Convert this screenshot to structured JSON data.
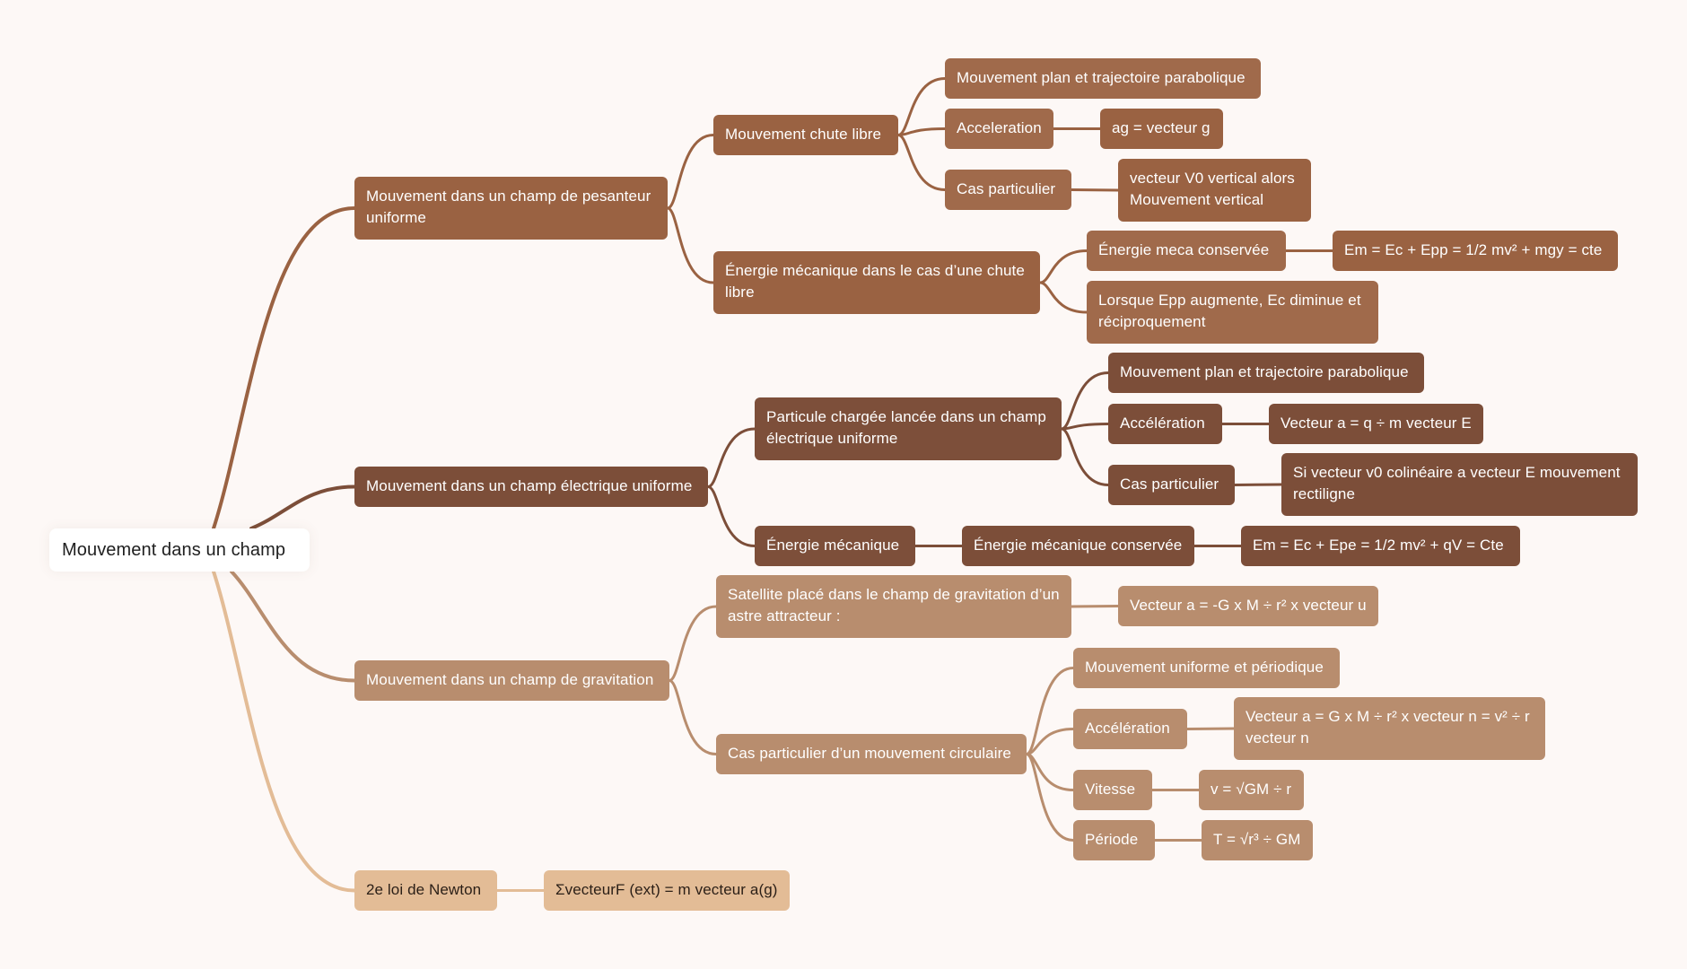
{
  "title": "Mouvement dans un champ",
  "colors": {
    "background": "#fdf8f6",
    "branch_pesanteur": "#9a6242",
    "branch_electrique": "#7c4e39",
    "branch_gravitation": "#b88d6e",
    "branch_newton": "#e3bc96"
  },
  "nodes": [
    {
      "id": "root",
      "label": "Mouvement dans un champ",
      "branch": 0
    },
    {
      "id": "p",
      "parent": "root",
      "label": "Mouvement dans un champ de pesanteur uniforme",
      "branch": 1
    },
    {
      "id": "p1",
      "parent": "p",
      "label": "Mouvement chute libre",
      "branch": 1
    },
    {
      "id": "p1a",
      "parent": "p1",
      "label": "Mouvement plan et trajectoire parabolique",
      "branch": 1
    },
    {
      "id": "p1b",
      "parent": "p1",
      "label": "Acceleration",
      "branch": 1
    },
    {
      "id": "p1b1",
      "parent": "p1b",
      "label": "ag = vecteur g",
      "branch": 1
    },
    {
      "id": "p1c",
      "parent": "p1",
      "label": "Cas particulier",
      "branch": 1
    },
    {
      "id": "p1c1",
      "parent": "p1c",
      "label": "vecteur V0 vertical alors\nMouvement vertical",
      "branch": 1
    },
    {
      "id": "p2",
      "parent": "p",
      "label": "Énergie mécanique dans le cas d’une chute\nlibre",
      "branch": 1
    },
    {
      "id": "p2a",
      "parent": "p2",
      "label": "Énergie meca conservée",
      "branch": 1
    },
    {
      "id": "p2a1",
      "parent": "p2a",
      "label": "Em = Ec + Epp = 1/2 mv² + mgy = cte",
      "branch": 1
    },
    {
      "id": "p2b",
      "parent": "p2",
      "label": "Lorsque Epp augmente, Ec diminue et\nréciproquement",
      "branch": 1
    },
    {
      "id": "e",
      "parent": "root",
      "label": "Mouvement dans un champ électrique uniforme",
      "branch": 2
    },
    {
      "id": "e1",
      "parent": "e",
      "label": "Particule chargée lancée dans un champ\nélectrique uniforme",
      "branch": 2
    },
    {
      "id": "e1a",
      "parent": "e1",
      "label": "Mouvement plan et trajectoire parabolique",
      "branch": 2
    },
    {
      "id": "e1b",
      "parent": "e1",
      "label": "Accélération",
      "branch": 2
    },
    {
      "id": "e1b1",
      "parent": "e1b",
      "label": "Vecteur a = q ÷ m vecteur E",
      "branch": 2
    },
    {
      "id": "e1c",
      "parent": "e1",
      "label": "Cas particulier",
      "branch": 2
    },
    {
      "id": "e1c1",
      "parent": "e1c",
      "label": "Si vecteur v0 colinéaire a vecteur E mouvement\nrectiligne",
      "branch": 2
    },
    {
      "id": "e2",
      "parent": "e",
      "label": "Énergie mécanique",
      "branch": 2
    },
    {
      "id": "e2a",
      "parent": "e2",
      "label": "Énergie mécanique conservée",
      "branch": 2
    },
    {
      "id": "e2a1",
      "parent": "e2a",
      "label": "Em = Ec + Epe = 1/2 mv² + qV = Cte",
      "branch": 2
    },
    {
      "id": "g",
      "parent": "root",
      "label": "Mouvement dans un champ de gravitation",
      "branch": 3
    },
    {
      "id": "g1",
      "parent": "g",
      "label": "Satellite placé dans le champ de gravitation d’un\nastre attracteur :",
      "branch": 3
    },
    {
      "id": "g1a",
      "parent": "g1",
      "label": "Vecteur a = -G x M ÷ r² x vecteur u",
      "branch": 3
    },
    {
      "id": "g2",
      "parent": "g",
      "label": "Cas particulier d’un mouvement circulaire",
      "branch": 3
    },
    {
      "id": "g2a",
      "parent": "g2",
      "label": "Mouvement uniforme et périodique",
      "branch": 3
    },
    {
      "id": "g2b",
      "parent": "g2",
      "label": "Accélération",
      "branch": 3
    },
    {
      "id": "g2b1",
      "parent": "g2b",
      "label": "Vecteur a = G x M ÷ r² x vecteur n = v² ÷ r\nvecteur n",
      "branch": 3
    },
    {
      "id": "g2c",
      "parent": "g2",
      "label": "Vitesse",
      "branch": 3
    },
    {
      "id": "g2c1",
      "parent": "g2c",
      "label": "v = √GM ÷ r",
      "branch": 3
    },
    {
      "id": "g2d",
      "parent": "g2",
      "label": "Période",
      "branch": 3
    },
    {
      "id": "g2d1",
      "parent": "g2d",
      "label": "T = √r³ ÷ GM",
      "branch": 3
    },
    {
      "id": "n",
      "parent": "root",
      "label": "2e loi de Newton",
      "branch": 4
    },
    {
      "id": "n1",
      "parent": "n",
      "label": "ΣvecteurF (ext) = m vecteur a(g)",
      "branch": 4
    }
  ]
}
